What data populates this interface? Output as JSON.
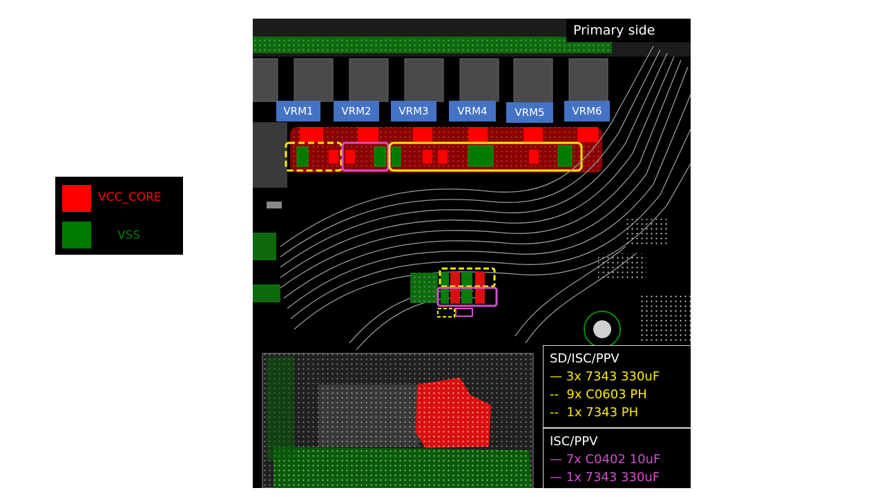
{
  "colors": {
    "vcc_core": "#ff0000",
    "vcc_core_dark": "#8b0000",
    "vss": "#007a00",
    "sd_isc_ppv_outline": "#ffeb00",
    "isc_ppv_outline": "#d24fd0",
    "vrm_label_bg": "#4472c4"
  },
  "legend": {
    "vcc_core_label": "VCC_CORE",
    "vss_label": "VSS"
  },
  "board": {
    "side_label": "Primary side",
    "vrm_labels": [
      "VRM1",
      "VRM2",
      "VRM3",
      "VRM4",
      "VRM5",
      "VRM6"
    ]
  },
  "sd_isc_ppv": {
    "heading": "SD/ISC/PPV",
    "lines": [
      "— 3x 7343 330uF",
      "--  9x C0603 PH",
      "--  1x 7343 PH"
    ]
  },
  "isc_ppv": {
    "heading": "ISC/PPV",
    "lines": [
      "— 7x C0402 10uF",
      "— 1x 7343 330uF"
    ]
  }
}
